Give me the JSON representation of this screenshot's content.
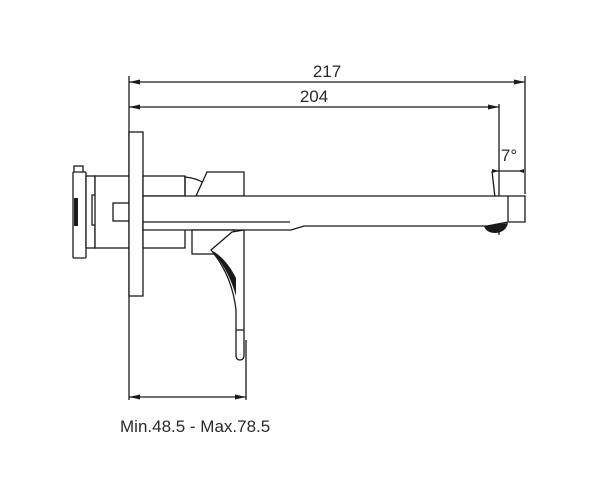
{
  "drawing": {
    "title": "Wall-mounted basin mixer side elevation",
    "background": "#ffffff",
    "line_color": "#1a1a1a",
    "dimensions": {
      "overall_length": {
        "label": "217",
        "value": 217,
        "unit": "mm"
      },
      "spout_length": {
        "label": "204",
        "value": 204,
        "unit": "mm"
      },
      "spout_angle": {
        "label": "7°",
        "value": 7,
        "unit": "deg"
      },
      "wall_depth": {
        "label": "Min.48.5 - Max.78.5",
        "min": 48.5,
        "max": 78.5,
        "unit": "mm"
      }
    },
    "components": [
      "concealed body",
      "wall flange",
      "spout",
      "lever handle",
      "aerator"
    ]
  }
}
